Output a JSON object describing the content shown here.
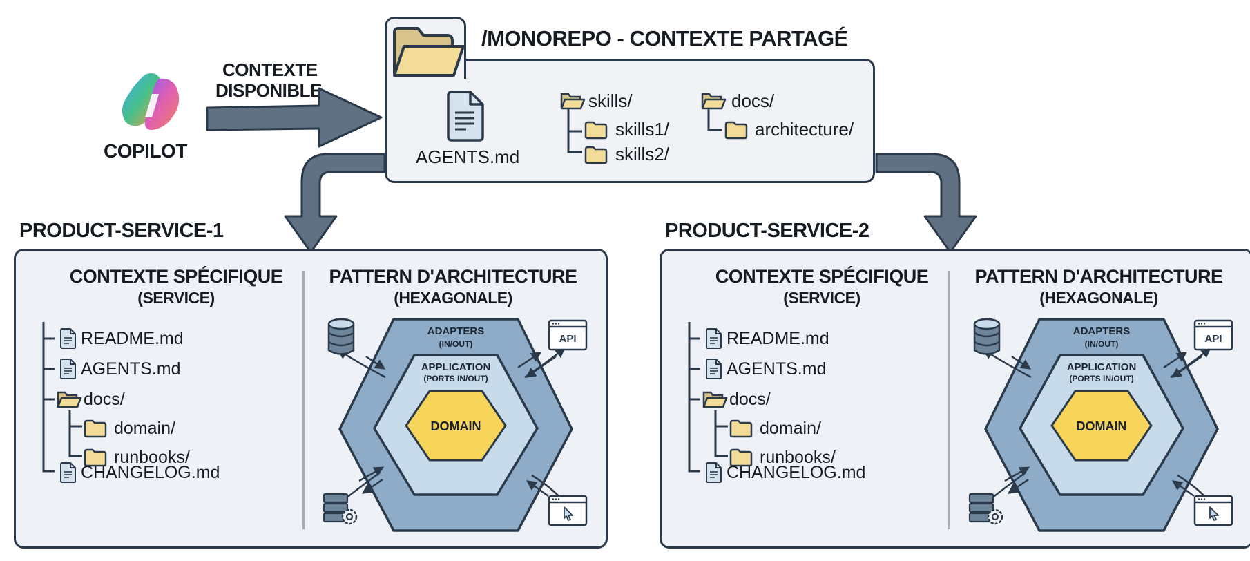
{
  "copilot": {
    "label": "COPILOT",
    "icon": "copilot-logo-icon",
    "arrow_label_line1": "CONTEXTE",
    "arrow_label_line2": "DISPONIBLE"
  },
  "monorepo": {
    "title": "/MONOREPO - CONTEXTE PARTAGÉ",
    "root_file": "AGENTS.md",
    "skills": {
      "folder": "skills/",
      "children": [
        "skills1/",
        "skills2/"
      ]
    },
    "docs": {
      "folder": "docs/",
      "children": [
        "architecture/"
      ]
    }
  },
  "services": [
    {
      "title": "PRODUCT-SERVICE-1",
      "context": {
        "heading": "CONTEXTE SPÉCIFIQUE",
        "subheading": "(SERVICE)",
        "files": [
          "README.md",
          "AGENTS.md"
        ],
        "docs_folder": "docs/",
        "docs_children": [
          "domain/",
          "runbooks/"
        ],
        "last_file": "CHANGELOG.md"
      },
      "pattern": {
        "heading": "PATTERN D'ARCHITECTURE",
        "subheading": "(HEXAGONALE)",
        "adapters": "ADAPTERS",
        "adapters_sub": "(IN/OUT)",
        "application": "APPLICATION",
        "application_sub": "(PORTS IN/OUT)",
        "domain": "DOMAIN",
        "api_label": "API"
      }
    },
    {
      "title": "PRODUCT-SERVICE-2",
      "context": {
        "heading": "CONTEXTE SPÉCIFIQUE",
        "subheading": "(SERVICE)",
        "files": [
          "README.md",
          "AGENTS.md"
        ],
        "docs_folder": "docs/",
        "docs_children": [
          "domain/",
          "runbooks/"
        ],
        "last_file": "CHANGELOG.md"
      },
      "pattern": {
        "heading": "PATTERN D'ARCHITECTURE",
        "subheading": "(HEXAGONALE)",
        "adapters": "ADAPTERS",
        "adapters_sub": "(IN/OUT)",
        "application": "APPLICATION",
        "application_sub": "(PORTS IN/OUT)",
        "domain": "DOMAIN",
        "api_label": "API"
      }
    }
  ],
  "colors": {
    "outline": "#2b3a4a",
    "arrow_fill": "#5f7183",
    "hex_outer": "#8eacc8",
    "hex_inner": "#c8dbeb",
    "domain": "#f7d45a",
    "folder": "#f3dc98",
    "doc": "#d6e3ef",
    "panel": "#eef1f5"
  }
}
